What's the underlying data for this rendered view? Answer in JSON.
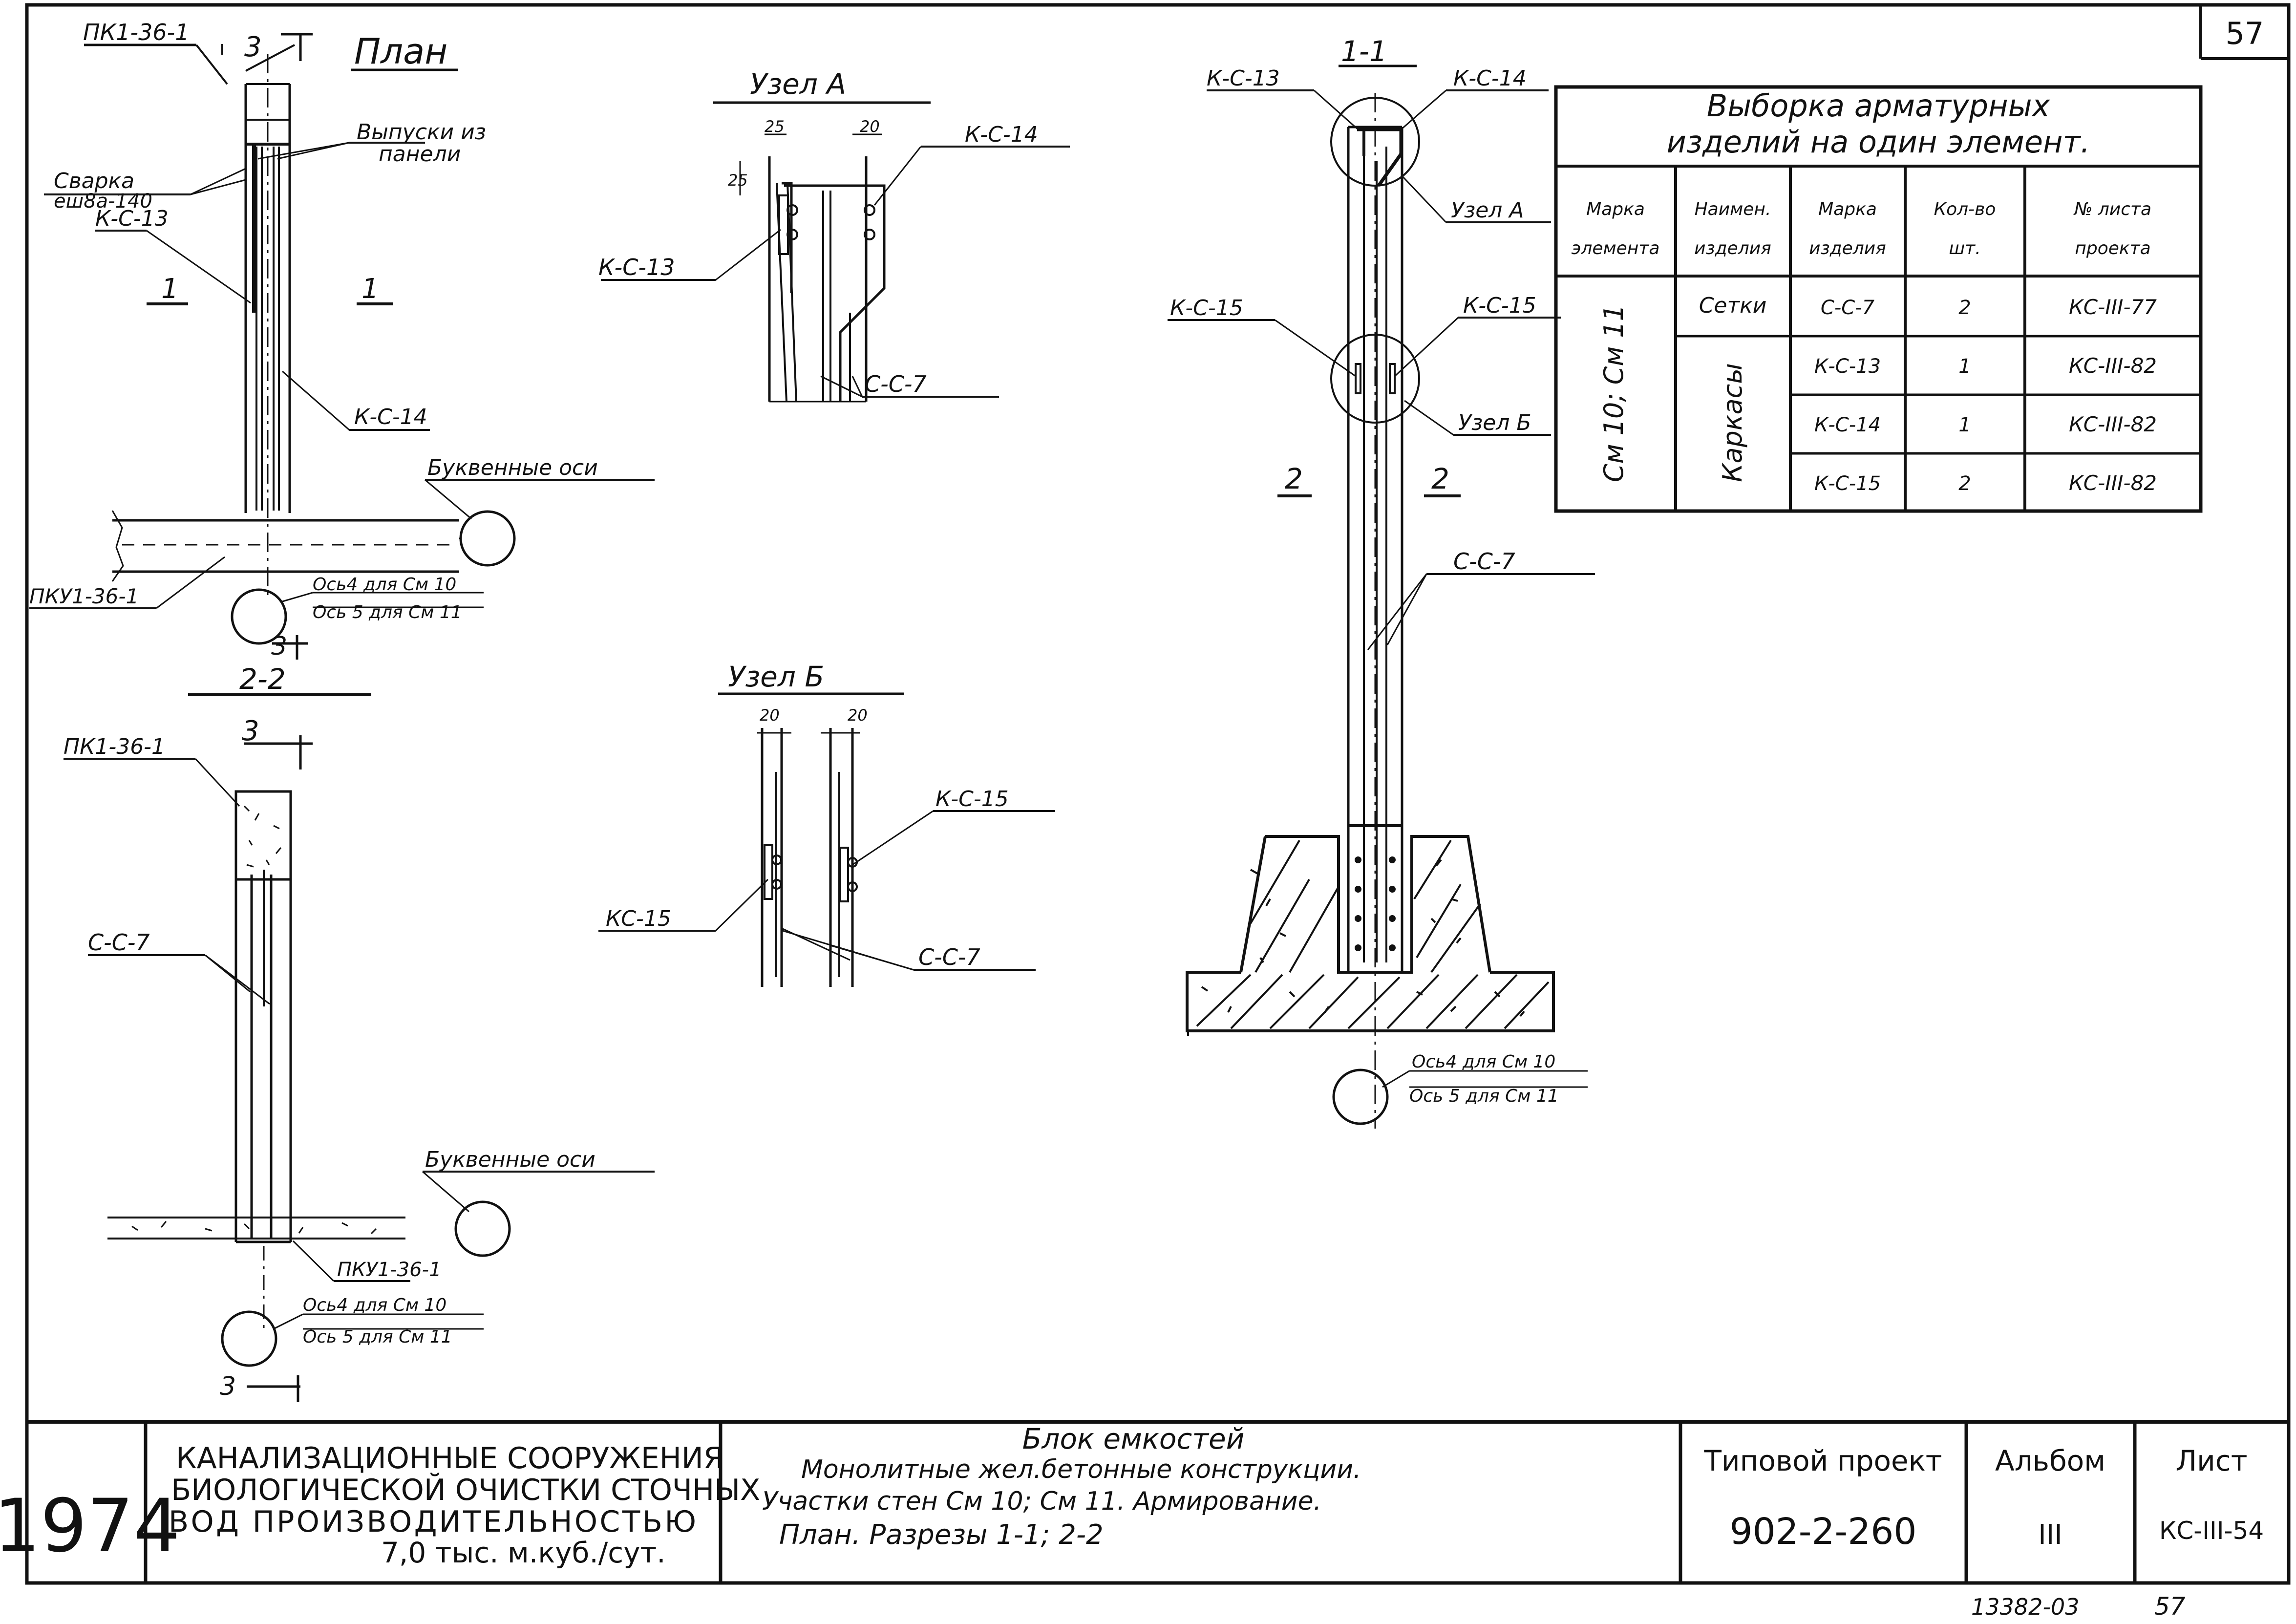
{
  "sheet_corner": "57",
  "bottom_code": "13382-03",
  "bottom_page": "57",
  "labels": {
    "pk1_a": "ПК1-36-1",
    "pk1_b": "ПК1-36-1",
    "pku1_a": "ПКУ1-36-1",
    "pku1_b": "ПКУ1-36-1",
    "plan": "План",
    "vypuski_1": "Выпуски из",
    "vypuski_2": "панели",
    "svarka_1": "Сварка",
    "svarka_2": "еш8а-140",
    "kc13": "К-С-13",
    "kc14": "К-С-14",
    "kc15": "К-С-15",
    "kc15b": "КС-15",
    "cc7": "С-С-7",
    "num_1": "1",
    "num_2": "2",
    "num_3": "3",
    "bukv_osi": "Буквенные оси",
    "os4": "Ось4 для См 10",
    "os5": "Ось 5 для См 11",
    "sec_22": "2-2",
    "sec_11": "1-1",
    "uzel_a_title": "Узел А",
    "uzel_b_title": "Узел Б",
    "uzel_a": "Узел А",
    "uzel_b": "Узел Б",
    "dim_25": "25",
    "dim_20": "20"
  },
  "bom": {
    "title_line1": "Выборка арматурных",
    "title_line2": "изделий на один элемент.",
    "headers": [
      [
        "Марка",
        "элемента"
      ],
      [
        "Наимен.",
        "изделия"
      ],
      [
        "Марка",
        "изделия"
      ],
      [
        "Кол-во",
        "шт."
      ],
      [
        "№ листа",
        "проекта"
      ]
    ],
    "element": "См 10; См 11",
    "group_setki": "Сетки",
    "group_karkasy": "Каркасы",
    "rows": [
      {
        "mark": "С-С-7",
        "qty": "2",
        "sheet": "КС-III-77"
      },
      {
        "mark": "К-С-13",
        "qty": "1",
        "sheet": "КС-III-82"
      },
      {
        "mark": "К-С-14",
        "qty": "1",
        "sheet": "КС-III-82"
      },
      {
        "mark": "К-С-15",
        "qty": "2",
        "sheet": "КС-III-82"
      }
    ]
  },
  "title_block": {
    "year": "1974",
    "org_1": "КАНАЛИЗАЦИОННЫЕ СООРУЖЕНИЯ",
    "org_2": "БИОЛОГИЧЕСКОЙ ОЧИСТКИ СТОЧНЫХ",
    "org_3": "ВОД ПРОИЗВОДИТЕЛЬНОСТЬЮ",
    "org_4": "7,0 тыс. м.куб./сут.",
    "desc_1": "Блок емкостей",
    "desc_2": "Монолитные жел.бетонные конструкции.",
    "desc_3": "Участки стен См 10; См 11. Армирование.",
    "desc_4": "План. Разрезы 1-1; 2-2",
    "project_label": "Типовой проект",
    "project_value": "902-2-260",
    "album_label": "Альбом",
    "album_value": "III",
    "sheet_label": "Лист",
    "sheet_value": "КС-III-54"
  }
}
